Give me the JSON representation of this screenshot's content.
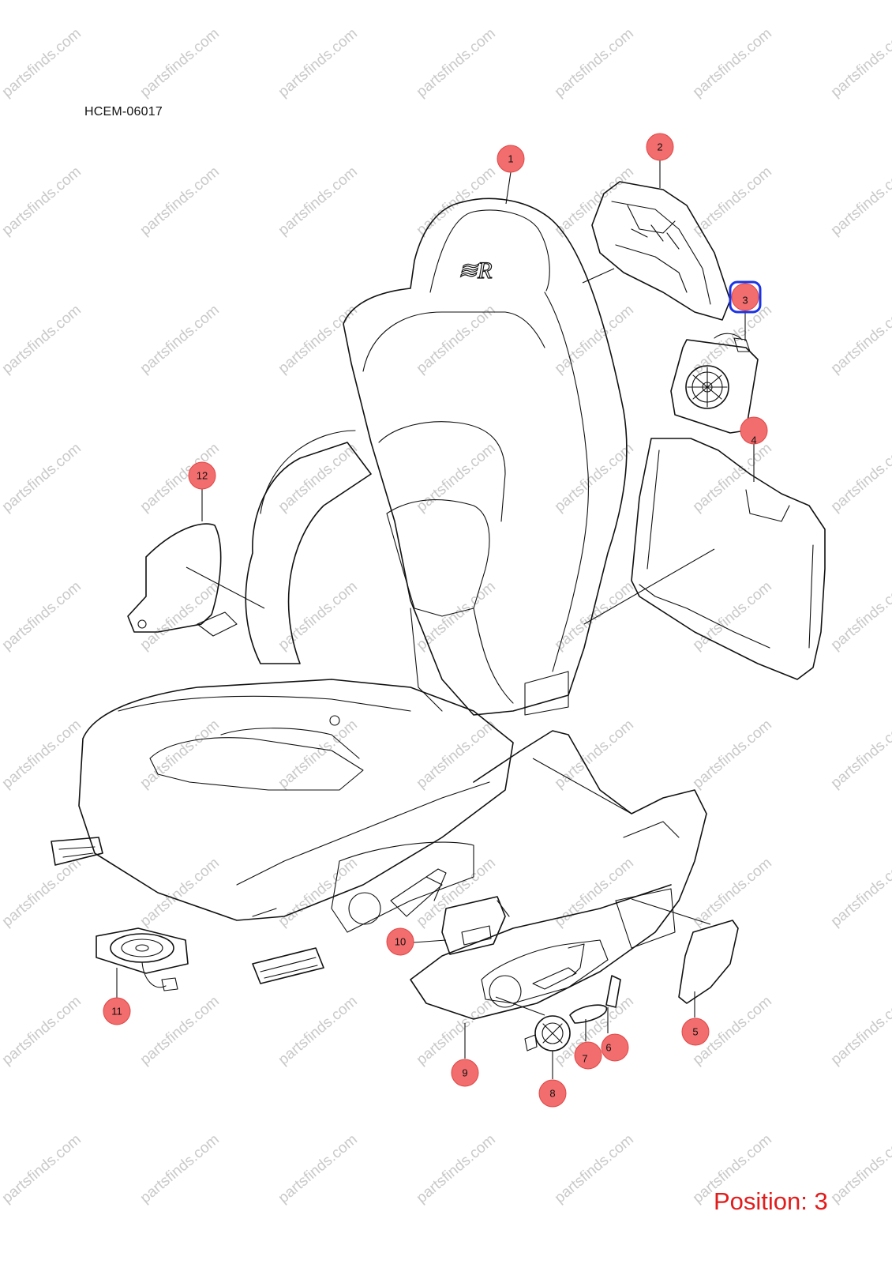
{
  "diagram": {
    "drawing_code": "HCEM-06017",
    "position_label": "Position: 3",
    "watermark_text": "partsfinds.com",
    "selected_part": "3",
    "colors": {
      "callout_fill": "#f26d6d",
      "callout_stroke": "#e04646",
      "selected_stroke": "#1b33e6",
      "position_text": "#e31b1b",
      "watermark": "#c9c9c9",
      "line": "#111111"
    },
    "callouts": [
      "1",
      "2",
      "3",
      "4",
      "5",
      "6",
      "7",
      "8",
      "9",
      "10",
      "11",
      "12"
    ]
  }
}
